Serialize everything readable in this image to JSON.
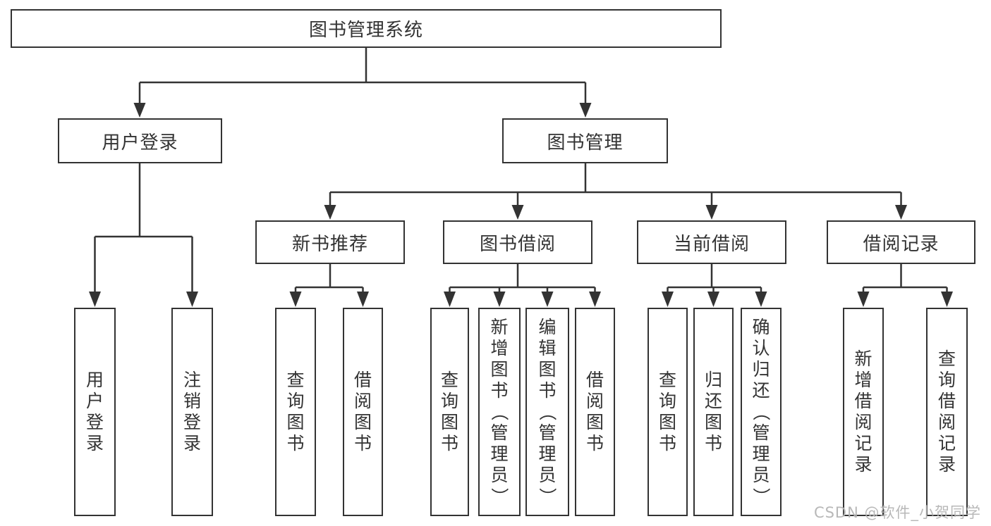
{
  "watermark": "CSDN @软件_小贺同学",
  "palette": {
    "line": "#333333",
    "text": "#333333",
    "watermark": "#b5b5b5",
    "background": "#ffffff"
  },
  "diagram": {
    "root": "图书管理系统",
    "level2": {
      "user_login": "用户登录",
      "book_management": "图书管理"
    },
    "level3": {
      "new_books": "新书推荐",
      "book_borrowing": "图书借阅",
      "current_borrowing": "当前借阅",
      "borrow_records": "借阅记录"
    },
    "leaves": {
      "user_login": [
        "用户登录",
        "注销登录"
      ],
      "new_books": [
        "查询图书",
        "借阅图书"
      ],
      "book_borrowing": [
        "查询图书",
        "新增图书（管理员）",
        "编辑图书（管理员）",
        "借阅图书"
      ],
      "current_borrowing": [
        "查询图书",
        "归还图书",
        "确认归还（管理员）"
      ],
      "borrow_records": [
        "新增借阅记录",
        "查询借阅记录"
      ]
    }
  }
}
